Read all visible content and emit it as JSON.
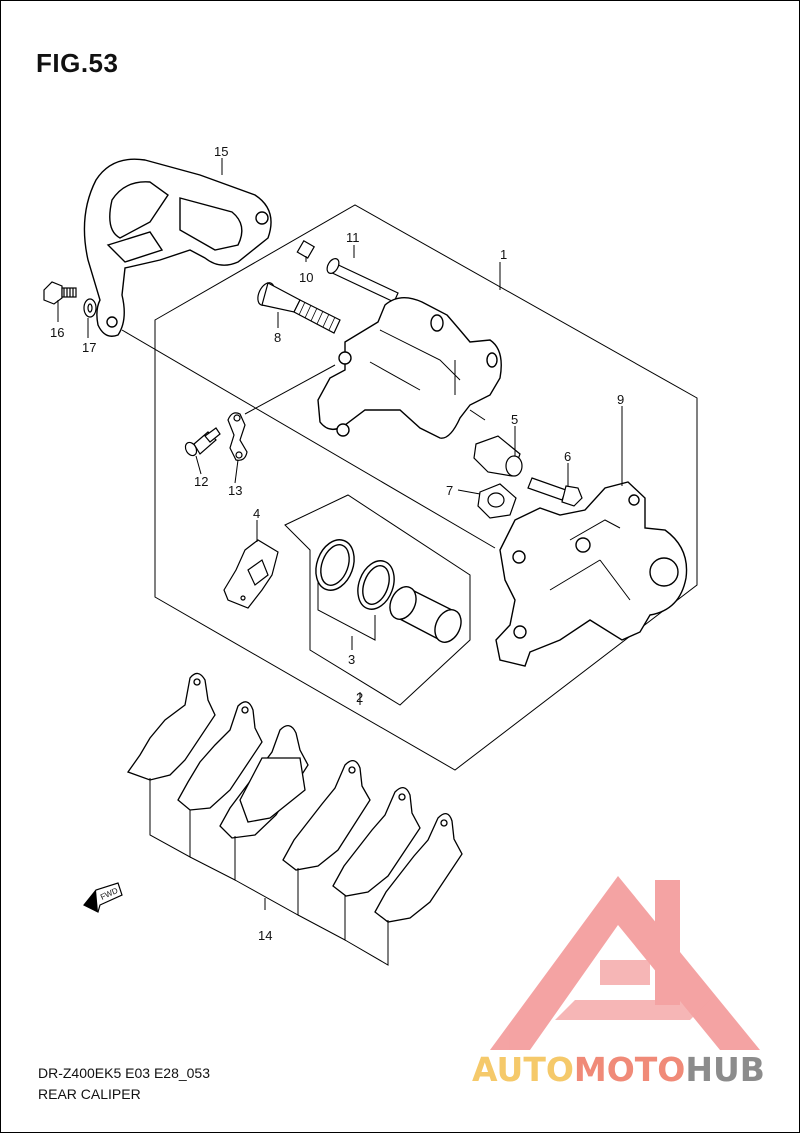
{
  "title": "FIG.53",
  "footer": {
    "code": "DR-Z400EK5 E03 E28_053",
    "name": "REAR CALIPER"
  },
  "fwd_label": "FWD",
  "callouts": [
    "1",
    "2",
    "3",
    "4",
    "5",
    "6",
    "7",
    "8",
    "9",
    "10",
    "11",
    "12",
    "13",
    "14",
    "15",
    "16",
    "17"
  ],
  "watermark": {
    "part1": "AUTO",
    "part2": "MOTO",
    "part3": "HUB",
    "colors": {
      "auto": "#f5c96a",
      "moto": "#f08a78",
      "hub": "#8c8c8c",
      "logo": "#f39a9a"
    }
  }
}
